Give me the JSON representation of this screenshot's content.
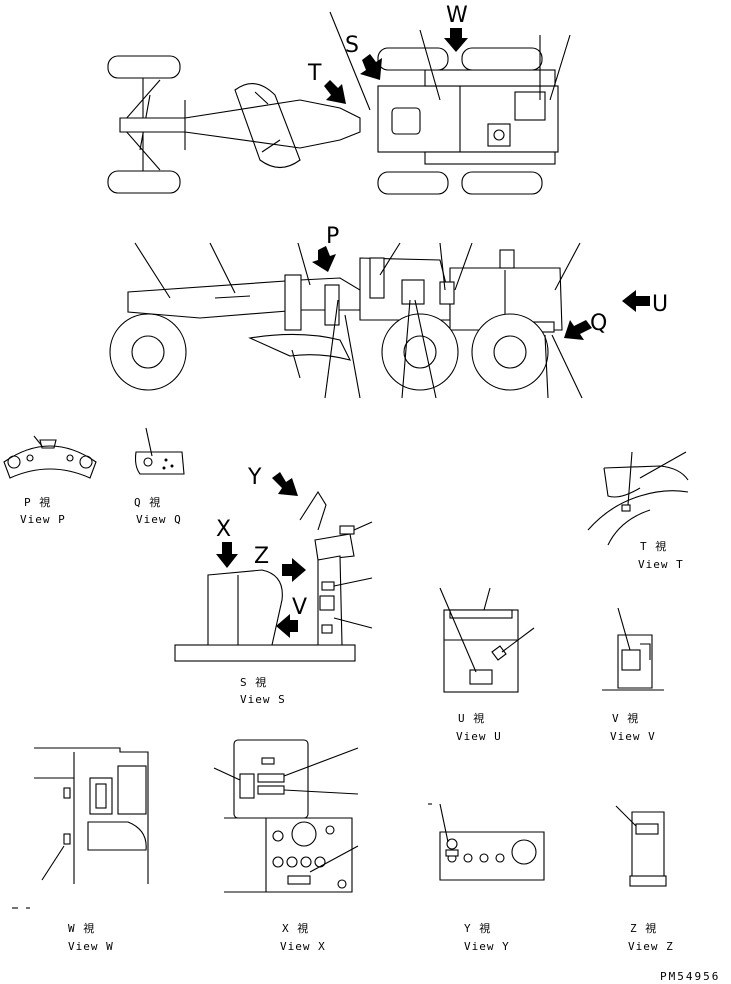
{
  "views": {
    "P": {
      "kanji": "P  視",
      "caption": "View P"
    },
    "Q": {
      "kanji": "Q  視",
      "caption": "View Q"
    },
    "S": {
      "kanji": "S  視",
      "caption": "View S"
    },
    "T": {
      "kanji": "T  視",
      "caption": "View T"
    },
    "U": {
      "kanji": "U  視",
      "caption": "View U"
    },
    "V": {
      "kanji": "V  視",
      "caption": "View V"
    },
    "W": {
      "kanji": "W  視",
      "caption": "View W"
    },
    "X": {
      "kanji": "X  視",
      "caption": "View X"
    },
    "Y": {
      "kanji": "Y  視",
      "caption": "View Y"
    },
    "Z": {
      "kanji": "Z  視",
      "caption": "View Z"
    }
  },
  "arrows": {
    "W": "W",
    "S": "S",
    "T": "T",
    "P": "P",
    "U": "U",
    "Q": "Q",
    "Y": "Y",
    "X": "X",
    "Z": "Z",
    "V": "V"
  },
  "drawing_number": "PM54956"
}
